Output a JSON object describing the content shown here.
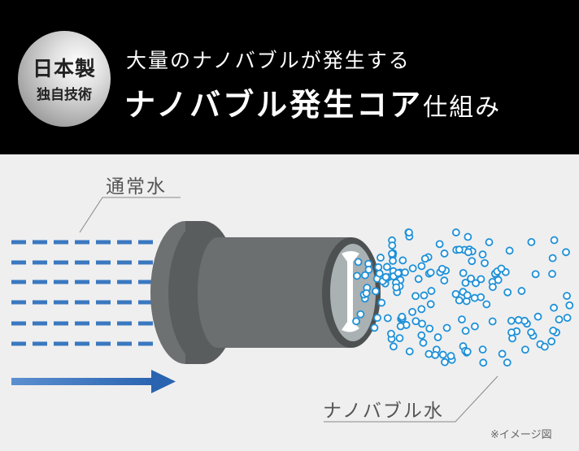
{
  "badge": {
    "line1": "日本製",
    "line2": "独自技術"
  },
  "title": {
    "line1": "大量のナノバブルが発生する",
    "line2_main": "ナノバブル発生コア",
    "line2_suffix": "仕組み"
  },
  "labels": {
    "input_water": "通常水",
    "output_water": "ナノバブル水"
  },
  "note": "※イメージ図",
  "colors": {
    "header_bg": "#000000",
    "body_bg": "#efefef",
    "water_blue": "#3a78c0",
    "bubble_blue": "#1e90d8",
    "core_gray": "#6b6f70"
  }
}
